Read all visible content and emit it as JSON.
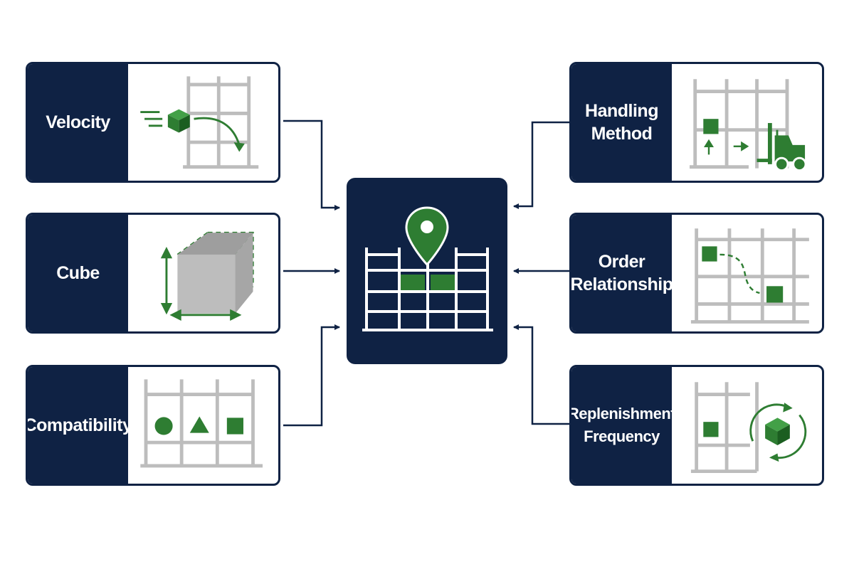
{
  "colors": {
    "navy": "#0f2244",
    "green": "#2e7d32",
    "rack_gray": "#bdbdbd",
    "white": "#ffffff"
  },
  "factors_left": [
    {
      "id": "velocity",
      "label": "Velocity",
      "icon": "moving-box-arrow-icon"
    },
    {
      "id": "cube",
      "label": "Cube",
      "icon": "cube-dimensions-icon"
    },
    {
      "id": "compatibility",
      "label": "Compatibility",
      "icon": "shapes-in-rack-icon"
    }
  ],
  "factors_right": [
    {
      "id": "handling-method",
      "label": "Handling Method",
      "label_lines": [
        "Handling",
        "Method"
      ],
      "icon": "forklift-icon"
    },
    {
      "id": "order-relationship",
      "label": "Order Relationship",
      "label_lines": [
        "Order",
        "Relationship"
      ],
      "icon": "linked-slots-icon"
    },
    {
      "id": "replenishment-frequency",
      "label": "Replenishment Frequency",
      "label_lines": [
        "Replenishment",
        "Frequency"
      ],
      "icon": "replenish-cycle-icon"
    }
  ],
  "center": {
    "icon": "slot-location-pin-icon"
  }
}
